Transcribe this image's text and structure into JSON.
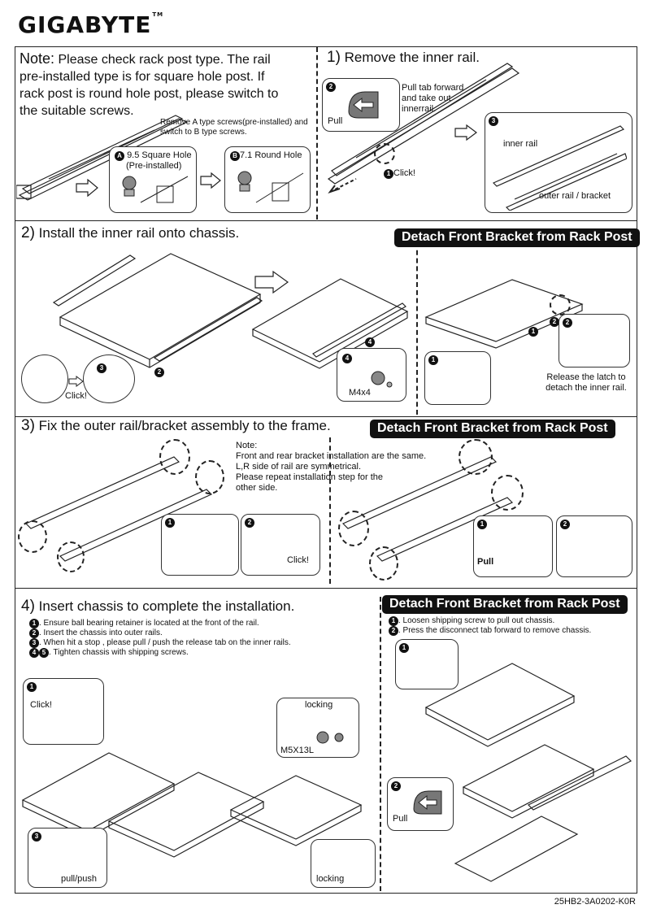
{
  "brand": "GIGABYTE",
  "trademark": "TM",
  "note": {
    "label": "Note:",
    "text": " Please check rack post type. The rail pre-installed type is for square hole post. If rack post is round hole post, please switch to the suitable screws.",
    "screw_instruction": "Remove A type screws(pre-installed) and switch to B type screws.",
    "square_hole_label": "9.5 Square Hole",
    "square_hole_sub": "(Pre-installed)",
    "square_hole_badge": "A",
    "round_hole_label": "7.1 Round Hole",
    "round_hole_badge": "B"
  },
  "step1": {
    "num": "1)",
    "title": "Remove the inner rail.",
    "pull_tab_text": "Pull tab forward and take out innerrail.",
    "pull_label": "Pull",
    "click_label": "Click!",
    "inner_rail_label": "inner rail",
    "outer_rail_label": "outer rail / bracket",
    "badge2": "2",
    "badge3": "3",
    "badge1": "1"
  },
  "step2": {
    "num": "2)",
    "title": "Install the inner rail onto chassis.",
    "banner": "Detach Front Bracket from Rack Post",
    "click_label": "Click!",
    "screw_label": "M4x4",
    "release_text": "Release the latch to detach the inner rail.",
    "badge1": "1",
    "badge2": "2",
    "badge3": "3",
    "badge4": "4"
  },
  "step3": {
    "num": "3)",
    "title": "Fix the outer rail/bracket assembly to the frame.",
    "banner": "Detach Front Bracket from Rack Post",
    "note_lines": [
      "Note:",
      "Front and rear bracket installation are the same.",
      "L,R side of rail are symmetrical.",
      "Please repeat installation step for the",
      "other side."
    ],
    "click_label": "Click!",
    "pull_label": "Pull",
    "badge1": "1",
    "badge2": "2"
  },
  "step4": {
    "num": "4)",
    "title": "Insert chassis to complete the installation.",
    "instructions": [
      {
        "badge": "1",
        "text": ". Ensure ball bearing retainer is located at the front of the rail."
      },
      {
        "badge": "2",
        "text": ". Insert the chassis into outer rails."
      },
      {
        "badge": "3",
        "text": ". When hit a stop , please pull / push the release tab on the inner rails."
      },
      {
        "badge": "4",
        "badge_b": "5",
        "text": ". Tighten chassis with shipping screws."
      }
    ],
    "click_label": "Click!",
    "locking_label": "locking",
    "screw_label": "M5X13L",
    "pullpush_label": "pull/push",
    "locking_label2": "locking",
    "banner": "Detach Front Bracket from Rack Post",
    "detach_instructions": [
      {
        "badge": "1",
        "text": ". Loosen shipping screw to pull out chassis."
      },
      {
        "badge": "2",
        "text": ". Press the disconnect tab forward to remove chassis."
      }
    ],
    "pull_label": "Pull"
  },
  "part_number": "25HB2-3A0202-K0R"
}
